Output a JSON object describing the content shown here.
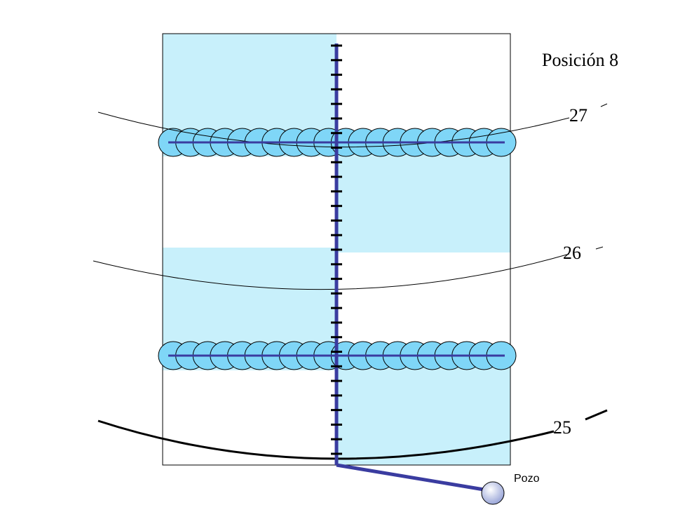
{
  "title": "Posición 8",
  "well_label": "Pozo",
  "contours": [
    {
      "id": "c27",
      "label": "27"
    },
    {
      "id": "c26",
      "label": "26"
    },
    {
      "id": "c25",
      "label": "25"
    }
  ],
  "lateral_rows": [
    {
      "id": "upper",
      "circle_count": 20
    },
    {
      "id": "lower",
      "circle_count": 20
    }
  ],
  "main_line_ticks": 29,
  "colors": {
    "zone_fill": "#c8f0fb",
    "circle_fill": "#7fd6f7",
    "line_blue": "#3a3ca0",
    "well_fill": "#9aa6d8",
    "stroke": "#000000"
  }
}
